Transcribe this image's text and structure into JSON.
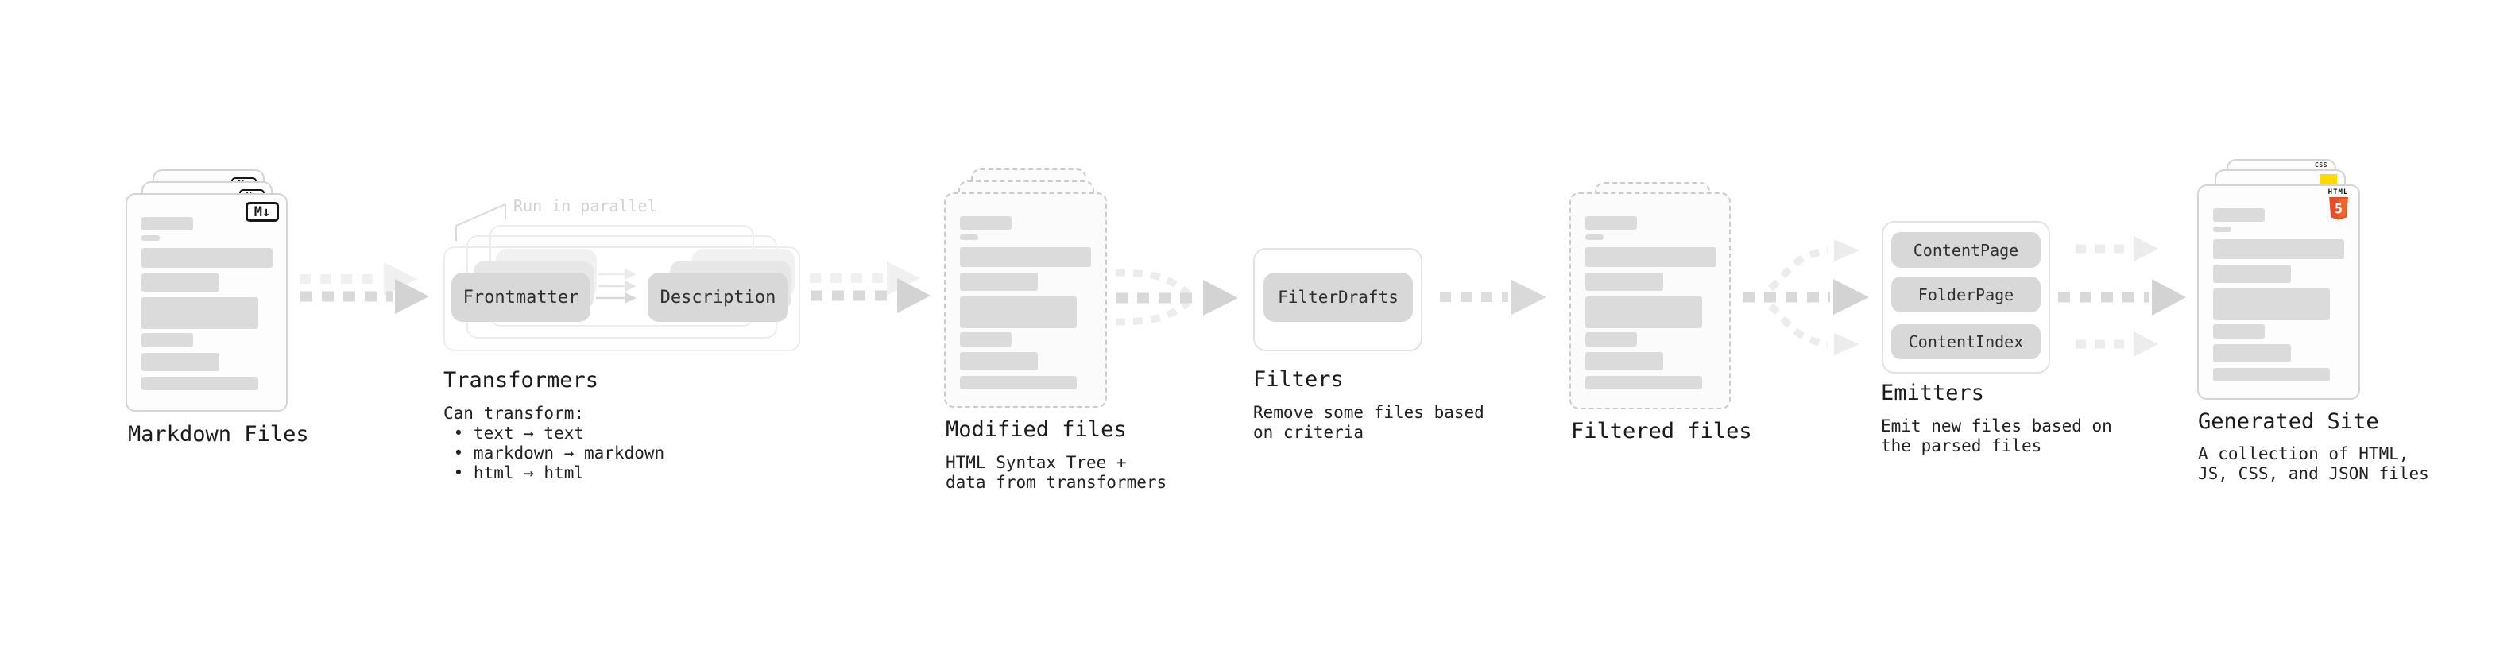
{
  "stages": {
    "markdown_files": {
      "label": "Markdown Files",
      "badge": "M↓"
    },
    "transformers": {
      "label": "Transformers",
      "annotation": "Run in parallel",
      "pill_left": "Frontmatter",
      "pill_right": "Description",
      "description": "Can transform:\n • text → text\n • markdown → markdown\n • html → html"
    },
    "modified_files": {
      "label": "Modified files",
      "description": "HTML Syntax Tree +\ndata from transformers"
    },
    "filters": {
      "label": "Filters",
      "pill": "FilterDrafts",
      "description": "Remove some files based\non criteria"
    },
    "filtered_files": {
      "label": "Filtered files"
    },
    "emitters": {
      "label": "Emitters",
      "pills": [
        "ContentPage",
        "FolderPage",
        "ContentIndex"
      ],
      "description": "Emit new files based on\nthe parsed files"
    },
    "generated_site": {
      "label": "Generated Site",
      "description": "A collection of HTML,\nJS, CSS, and JSON files",
      "badges": {
        "html_label": "HTML",
        "html_number": "5",
        "css": "CSS"
      }
    }
  },
  "colors": {
    "html5_orange": "#e44d26",
    "html5_orange_light": "#f16529",
    "js_yellow": "#ffd900",
    "css_blue": "#2e6be5",
    "arrow_gray": "#d9d9d9",
    "arrow_ghost": "#f0f0f0"
  }
}
